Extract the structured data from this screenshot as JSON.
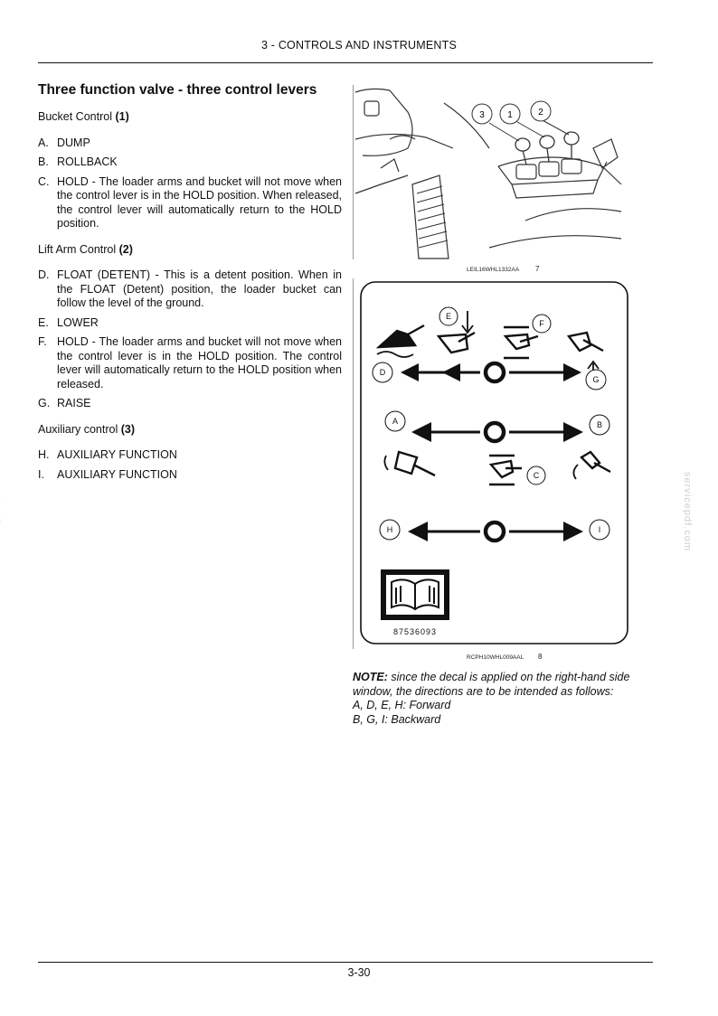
{
  "header": {
    "title": "3 - CONTROLS AND INSTRUMENTS"
  },
  "section": {
    "title": "Three function valve - three control levers",
    "bucket": {
      "heading": "Bucket Control",
      "num": "(1)",
      "items": [
        {
          "letter": "A.",
          "text": "DUMP"
        },
        {
          "letter": "B.",
          "text": "ROLLBACK"
        },
        {
          "letter": "C.",
          "text": "HOLD - The loader arms and bucket will not move when the control lever is in the HOLD position. When released, the control lever will automatically return to the HOLD position."
        }
      ]
    },
    "lift": {
      "heading": "Lift Arm Control",
      "num": "(2)",
      "items": [
        {
          "letter": "D.",
          "text": "FLOAT (DETENT) - This is a detent position. When in the FLOAT (Detent) position, the loader bucket can follow the level of the ground."
        },
        {
          "letter": "E.",
          "text": "LOWER"
        },
        {
          "letter": "F.",
          "text": "HOLD - The loader arms and bucket will not move when the control lever is in the HOLD position. The control lever will automatically return to the HOLD position when released."
        },
        {
          "letter": "G.",
          "text": "RAISE"
        }
      ]
    },
    "aux": {
      "heading": "Auxiliary control",
      "num": "(3)",
      "items": [
        {
          "letter": "H.",
          "text": "AUXILIARY FUNCTION"
        },
        {
          "letter": "I.",
          "text": "AUXILIARY FUNCTION"
        }
      ]
    }
  },
  "figures": {
    "fig7": {
      "code": "LEIL16WHL1332AA",
      "num": "7",
      "callouts": [
        "3",
        "1",
        "2"
      ]
    },
    "fig8": {
      "code": "RCPH10WHL009AAL",
      "num": "8",
      "labels": {
        "A": "A",
        "B": "B",
        "C": "C",
        "D": "D",
        "E": "E",
        "F": "F",
        "G": "G",
        "H": "H",
        "I": "I"
      },
      "part_number": "87536093"
    }
  },
  "note": {
    "label": "NOTE:",
    "text": " since the decal is applied on the right-hand side window, the directions are to be intended as follows:",
    "line1": "A, D, E, H: Forward",
    "line2": "B, G, I: Backward"
  },
  "footer": {
    "page": "3-30"
  },
  "watermark": {
    "text": "servicepdf.com"
  }
}
